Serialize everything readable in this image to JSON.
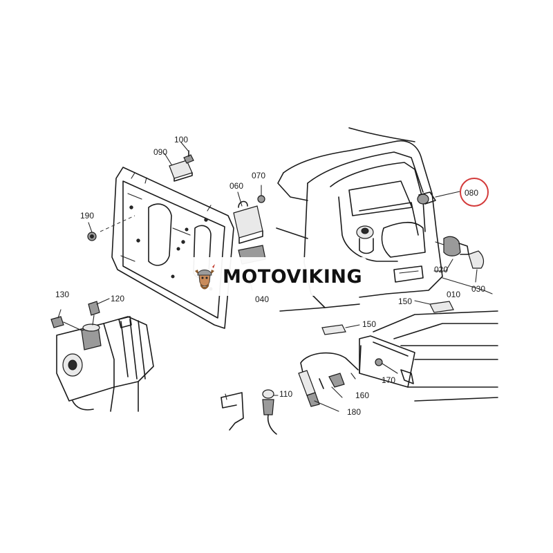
{
  "brand": {
    "name": "MOTOVIKING",
    "colors": {
      "text": "#111111",
      "logo_primary": "#c0392b",
      "logo_secondary": "#8b5a2b"
    }
  },
  "highlight": {
    "part": "080",
    "color": "#d33a3a"
  },
  "parts": {
    "p010": "010",
    "p020": "020",
    "p030": "030",
    "p040": "040",
    "p060": "060",
    "p070": "070",
    "p080": "080",
    "p090": "090",
    "p100": "100",
    "p110": "110",
    "p120": "120",
    "p130": "130",
    "p150a": "150",
    "p150b": "150",
    "p160": "160",
    "p170": "170",
    "p180": "180",
    "p190": "190"
  }
}
